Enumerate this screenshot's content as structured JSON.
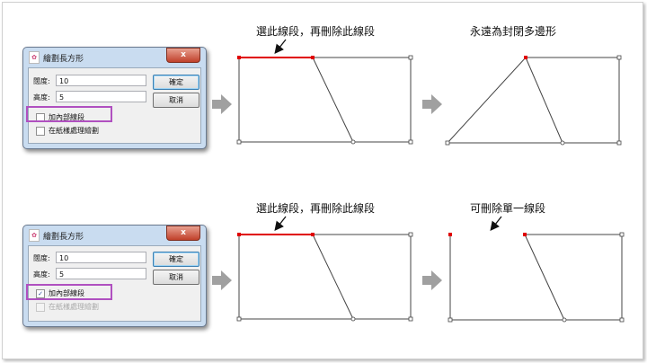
{
  "dialogs": [
    {
      "title": "繪劃長方形",
      "close": "x",
      "width_label": "闊度:",
      "width_value": "10",
      "height_label": "高度:",
      "height_value": "5",
      "ok": "確定",
      "cancel": "取消",
      "inner_lines_label": "加內部線段",
      "inner_lines_checked": false,
      "paper_label": "在紙樣處理繪劃",
      "paper_disabled": false
    },
    {
      "title": "繪劃長方形",
      "close": "x",
      "width_label": "闊度:",
      "width_value": "10",
      "height_label": "高度:",
      "height_value": "5",
      "ok": "確定",
      "cancel": "取消",
      "inner_lines_label": "加內部線段",
      "inner_lines_checked": true,
      "paper_label": "在紙樣處理繪劃",
      "paper_disabled": true
    }
  ],
  "captions": {
    "top_select": "選此線段，再刪除此線段",
    "top_result": "永遠為封閉多邊形",
    "bottom_select": "選此線段，再刪除此線段",
    "bottom_result": "可刪除單一線段"
  },
  "colors": {
    "highlight": "#b050c0",
    "selected": "#e00000",
    "arrow": "#a0a0a0"
  }
}
